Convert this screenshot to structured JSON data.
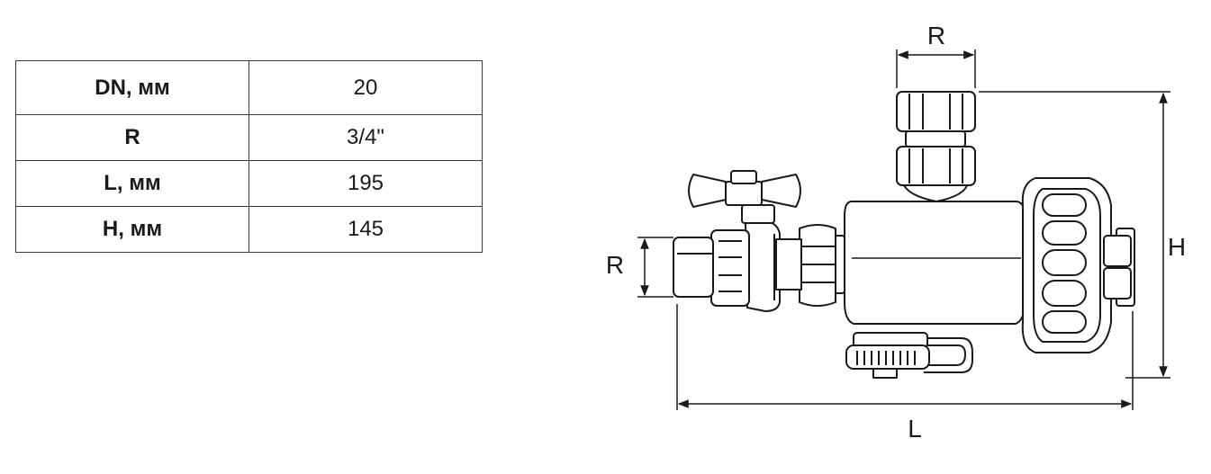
{
  "spec_table": {
    "rows": [
      {
        "param": "DN, мм",
        "value": "20"
      },
      {
        "param": "R",
        "value": "3/4\""
      },
      {
        "param": "L, мм",
        "value": "195"
      },
      {
        "param": "H, мм",
        "value": "145"
      }
    ]
  },
  "drawing": {
    "labels": {
      "r_top": "R",
      "r_left": "R",
      "h": "H",
      "l": "L"
    }
  }
}
